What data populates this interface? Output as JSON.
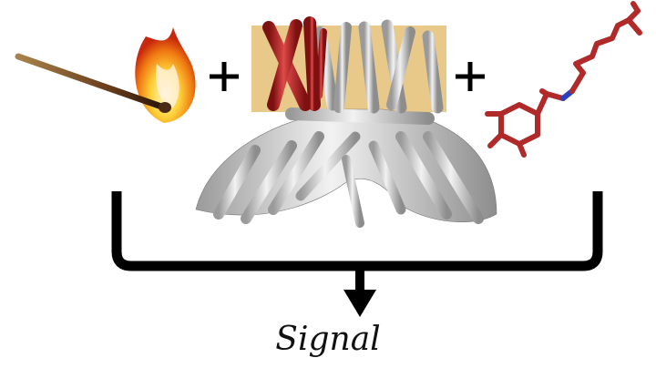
{
  "diagram": {
    "output_label": "Signal",
    "operators": [
      "+",
      "+"
    ],
    "inputs": [
      "heat-match-flame",
      "trp-channel-protein",
      "capsaicin-molecule"
    ]
  },
  "colors": {
    "membrane": "#e8c98a",
    "protein": "#c9c9c9",
    "highlight": "#c0262b",
    "molecule": "#b02a2a",
    "nitrogen": "#2b3fbf",
    "bracket": "#000000"
  }
}
